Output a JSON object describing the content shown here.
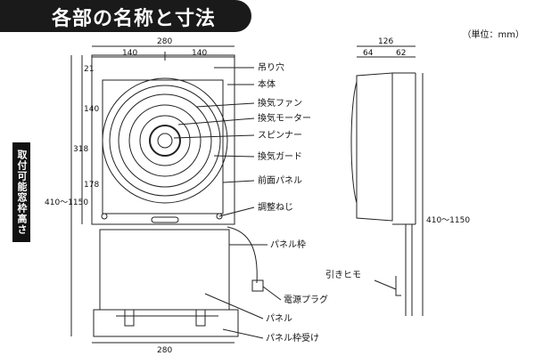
{
  "title": "各部の名称と寸法",
  "unit_note": "（単位：mm）",
  "side_label": "取付可能窓枠高さ",
  "dims": {
    "top_total": "280",
    "top_left": "140",
    "top_right": "140",
    "bottom_total": "280",
    "left_21": "21",
    "left_140": "140",
    "left_318": "318",
    "left_178": "178",
    "left_range": "410～1150",
    "side_total": "126",
    "side_64": "64",
    "side_62": "62",
    "side_range": "410～1150"
  },
  "parts": {
    "hanging_hole": "吊り穴",
    "body": "本体",
    "fan": "換気ファン",
    "motor": "換気モーター",
    "spinner": "スピンナー",
    "guard": "換気ガード",
    "front_panel": "前面パネル",
    "adjust_screw": "調整ねじ",
    "panel_frame": "パネル枠",
    "pull_cord": "引きヒモ",
    "power_plug": "電源プラグ",
    "panel": "パネル",
    "panel_frame_holder": "パネル枠受け"
  }
}
